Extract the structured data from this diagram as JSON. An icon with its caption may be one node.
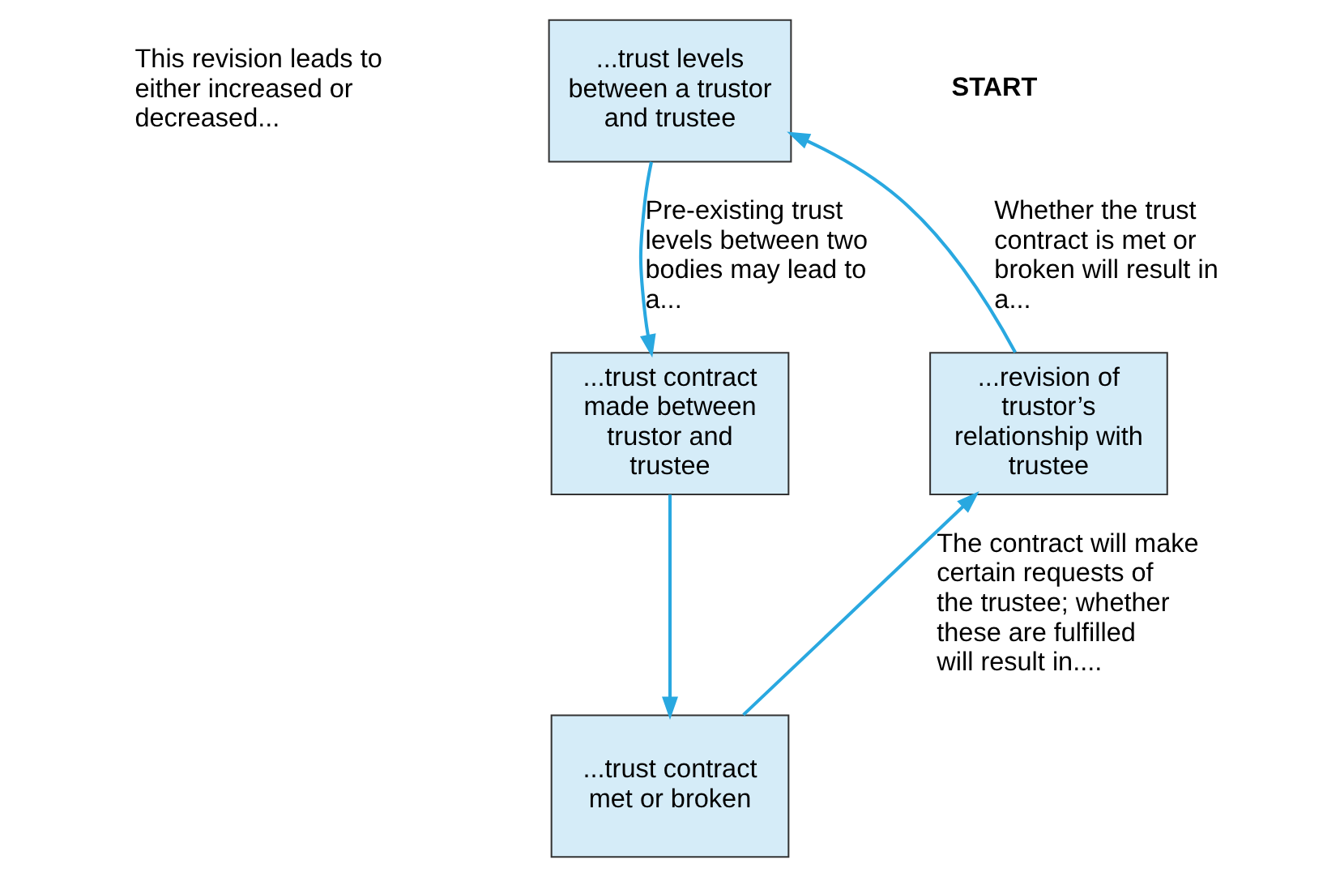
{
  "diagram": {
    "nodes": [
      {
        "text": [
          "...trust levels between a trustor and trustee"
        ]
      },
      {
        "text": [
          "...trust contract made between trustor and trustee"
        ]
      },
      {
        "text": [
          "...trust contract met or broken"
        ]
      },
      {
        "text": [
          "...revision of trustor’s relationship with trustee"
        ]
      }
    ],
    "edges": [
      {
        "from": 0,
        "to": 1,
        "arrow": "to",
        "label": "Pre-existing trust levels between two bodies may lead to a..."
      },
      {
        "from": 1,
        "to": 2,
        "arrow": "to"
      },
      {
        "from": 2,
        "to": 3,
        "arrow": "to",
        "label": "The contract will make certain requests of the trustee; whether these are fulfilled will result in...."
      },
      {
        "from": 3,
        "to": 0,
        "arrow": "to",
        "label": "Whether the trust contract is met or broken will result in a..."
      }
    ],
    "labels": [
      "This revision leads to either increased or decreased...",
      "START"
    ]
  }
}
